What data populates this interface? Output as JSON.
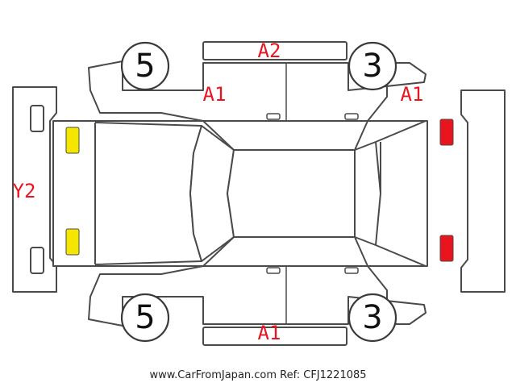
{
  "colors": {
    "damage_code": "#e8141e",
    "marker_yellow": "#f5e600",
    "marker_red": "#e8141e",
    "outline": "#4a4a4a"
  },
  "wheels": {
    "top_left": "5",
    "top_right": "3",
    "bottom_left": "5",
    "bottom_right": "3"
  },
  "damage_codes": {
    "top_center": "A2",
    "upper_left": "A1",
    "upper_right": "A1",
    "lower_center": "A1",
    "front": "Y2"
  },
  "footer": "www.CarFromJapan.com Ref: CFJ1221085"
}
